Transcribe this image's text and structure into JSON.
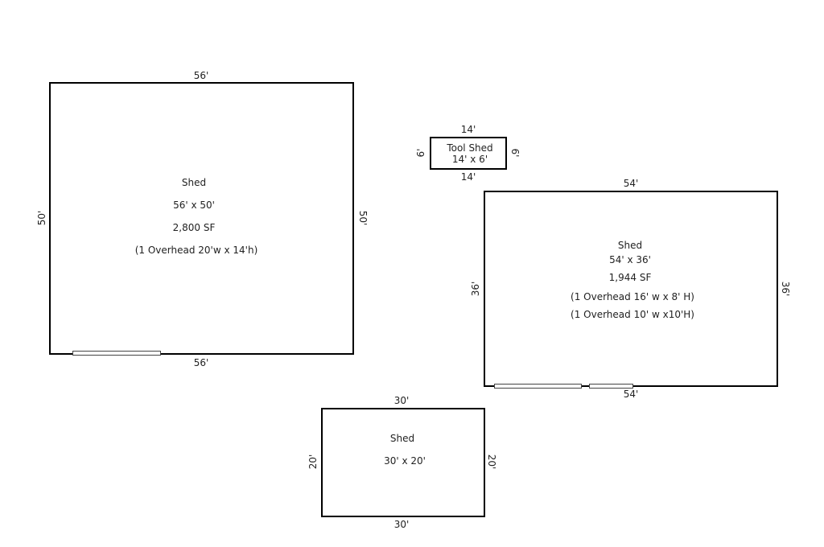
{
  "shed_a": {
    "top_dim": "56'",
    "bottom_dim": "56'",
    "left_dim": "50'",
    "right_dim": "50'",
    "label": "Shed",
    "size": "56' x 50'",
    "area": "2,800 SF",
    "doors": "(1 Overhead 20'w x 14'h)"
  },
  "tool_shed": {
    "top_dim": "14'",
    "bottom_dim": "14'",
    "left_dim": "6'",
    "right_dim": "6'",
    "label": "Tool Shed",
    "size": "14' x 6'"
  },
  "shed_b": {
    "top_dim": "54'",
    "bottom_dim": "54'",
    "left_dim": "36'",
    "right_dim": "36'",
    "label": "Shed",
    "size": "54' x 36'",
    "area": "1,944 SF",
    "door_1": "(1 Overhead 16' w x 8' H)",
    "door_2": "(1 Overhead 10' w x10'H)"
  },
  "shed_c": {
    "top_dim": "30'",
    "bottom_dim": "30'",
    "left_dim": "20'",
    "right_dim": "20'",
    "label": "Shed",
    "size": "30' x 20'"
  }
}
